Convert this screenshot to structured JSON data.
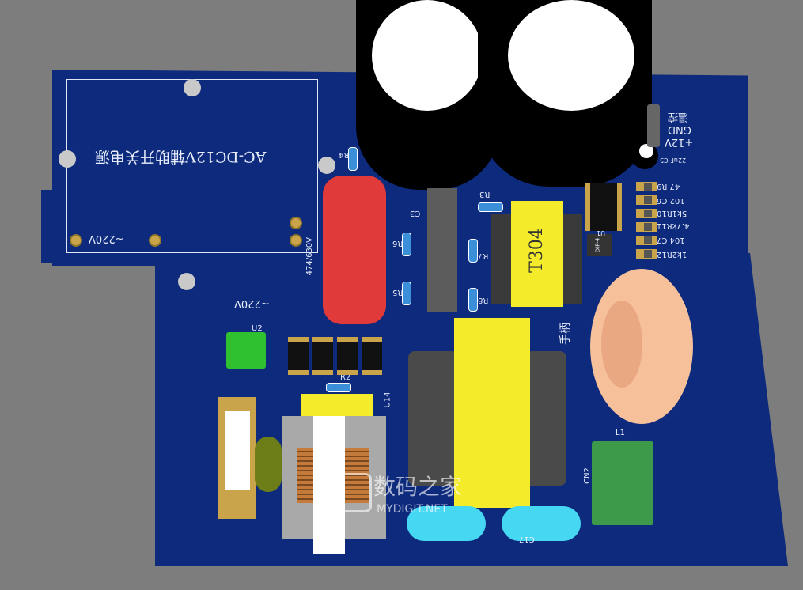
{
  "title": "AC-DC12V辅助开关电源",
  "labels": {
    "ac_in_top": "~220V",
    "ac_in": "~220V",
    "r4": "R4",
    "r6": "R6",
    "r5": "R5",
    "r3": "R3",
    "r7": "R7",
    "r8": "R8",
    "c3": "C3",
    "cap_rating": "474/630V",
    "r2": "R2",
    "u2": "U2",
    "u14": "U14",
    "t304": "T304",
    "handle": "手柄",
    "l1": "L1",
    "cn2": "CN2",
    "c17": "C17",
    "u1": "U1",
    "dip4": "DIP-4",
    "c5": "22uF C5",
    "plus12v": "+12V",
    "gnd": "GND",
    "temp": "温控",
    "r9": "47 R9",
    "c6": "102 C6",
    "r10": "5k1R10",
    "r11": "4.7kR11",
    "c7": "104 C7",
    "r12": "1k2R12"
  },
  "watermark": {
    "cn": "数码之家",
    "en": "MYDIGIT.NET"
  },
  "colors": {
    "board": "#0d2a7c",
    "background": "#7d7d7d",
    "silk": "#e8eefc"
  }
}
